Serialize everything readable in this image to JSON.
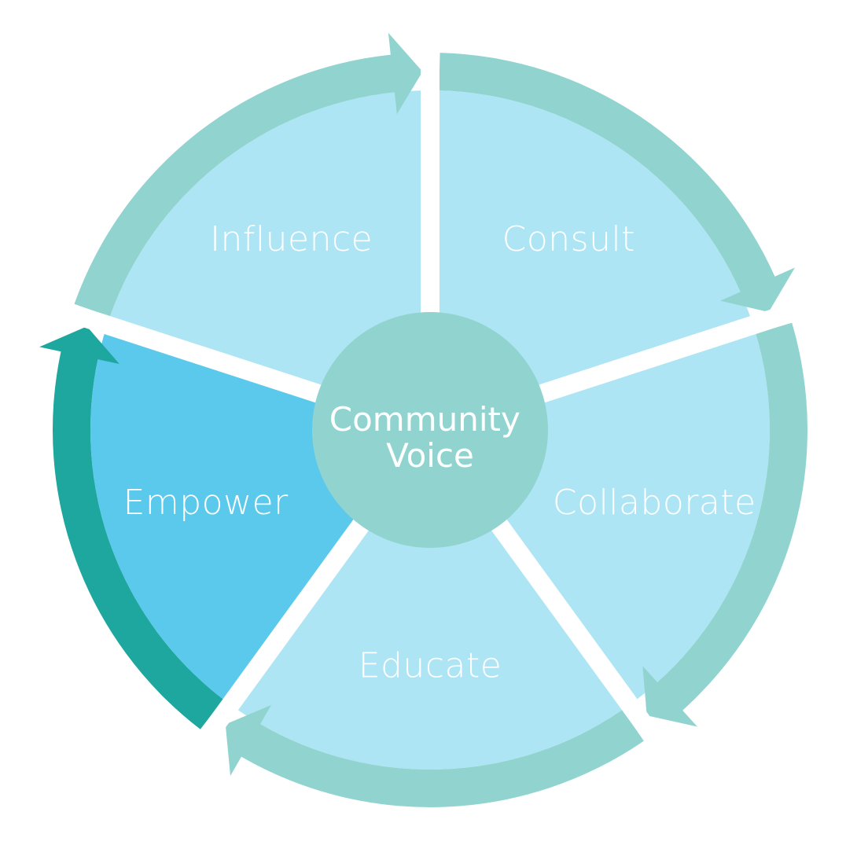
{
  "diagram": {
    "center": {
      "lines": [
        "Community",
        "Voice"
      ],
      "color": "#91d4cf"
    },
    "segments": [
      {
        "id": "consult",
        "label": "Consult",
        "fill": "#ade5f4",
        "arrow": "#91d4cf",
        "highlighted": false
      },
      {
        "id": "collaborate",
        "label": "Collaborate",
        "fill": "#ade5f4",
        "arrow": "#91d4cf",
        "highlighted": false
      },
      {
        "id": "educate",
        "label": "Educate",
        "fill": "#ade5f4",
        "arrow": "#91d4cf",
        "highlighted": false
      },
      {
        "id": "empower",
        "label": "Empower",
        "fill": "#5bc9ec",
        "arrow": "#1ea79f",
        "highlighted": true
      },
      {
        "id": "influence",
        "label": "Influence",
        "fill": "#ade5f4",
        "arrow": "#91d4cf",
        "highlighted": false
      }
    ]
  }
}
